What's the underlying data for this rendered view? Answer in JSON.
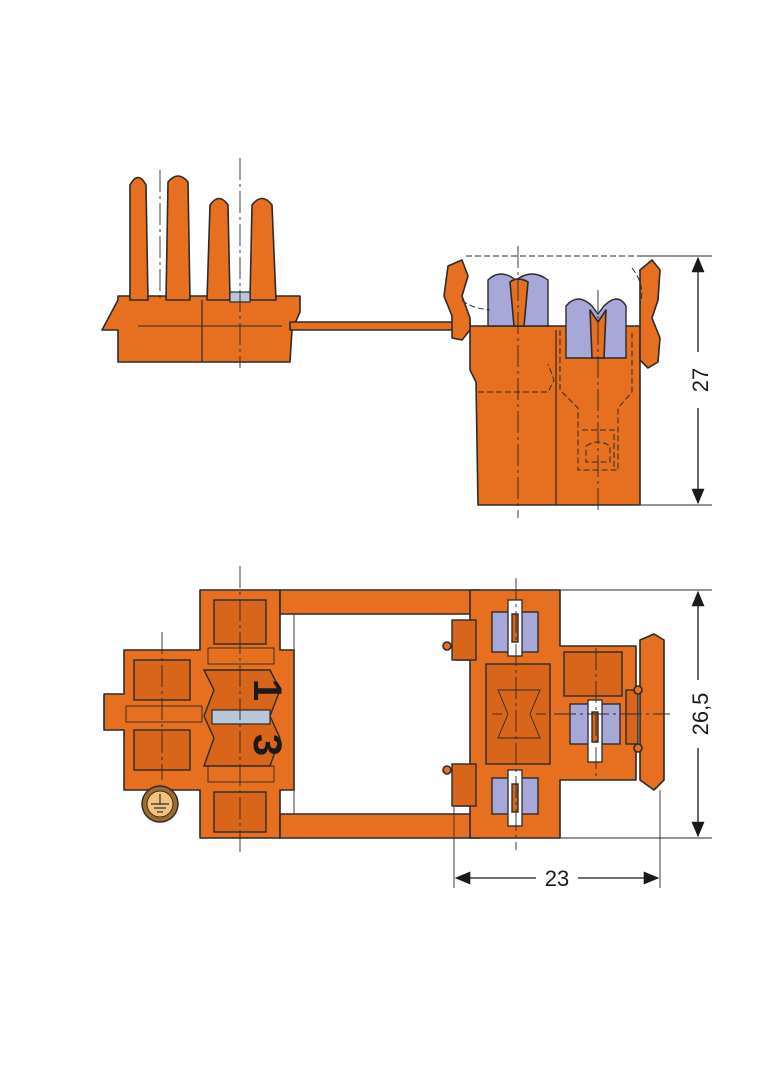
{
  "dimensions": {
    "height_side_view": "27",
    "height_top_view": "26,5",
    "width_top_view": "23"
  },
  "markings": {
    "terminal_left": "1",
    "terminal_right": "3"
  },
  "icons": {
    "ground_symbol": "ground-icon"
  },
  "colors": {
    "housing": "#e6701f",
    "contact": "#a7a7d8",
    "outline": "#2b2b2b"
  }
}
